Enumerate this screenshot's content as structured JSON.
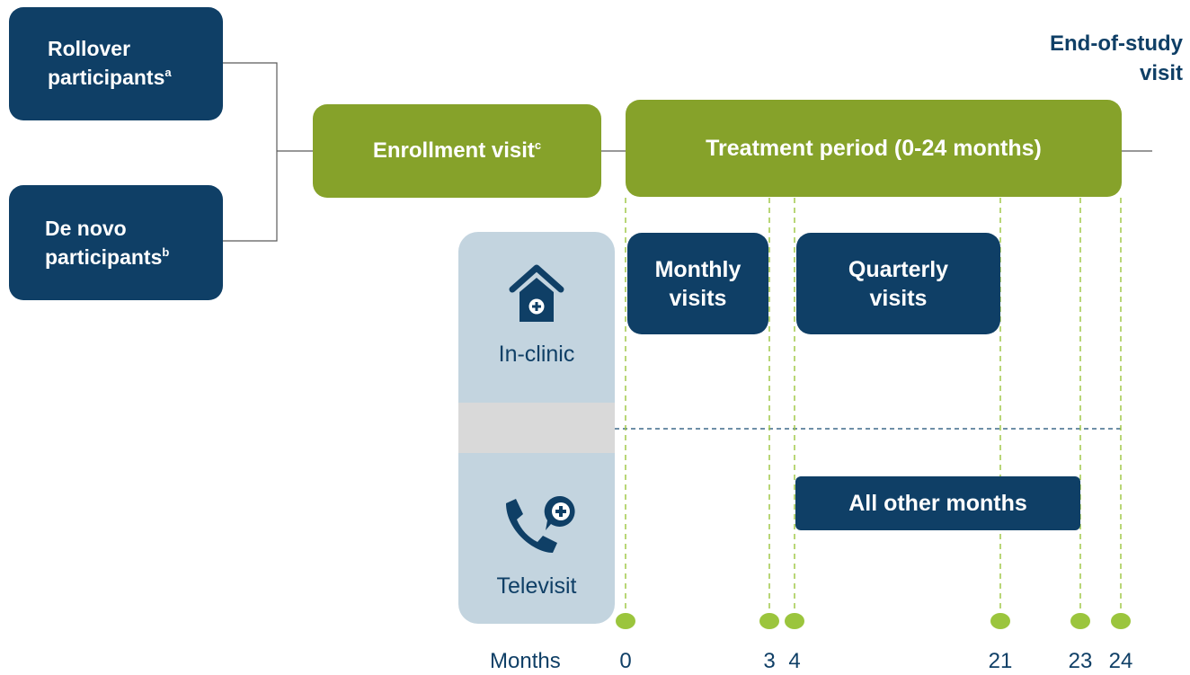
{
  "participants": {
    "rollover": {
      "label": "Rollover participants",
      "footnote": "a"
    },
    "de_novo": {
      "label": "De novo participants",
      "footnote": "b"
    }
  },
  "enrollment": {
    "label": "Enrollment visit",
    "footnote": "c"
  },
  "treatment": {
    "label": "Treatment period (0-24 months)"
  },
  "end_of_study": {
    "line1": "End-of-study",
    "line2": "visit"
  },
  "modes": {
    "in_clinic": {
      "label": "In-clinic",
      "icon": "clinic-house-icon"
    },
    "televisit": {
      "label": "Televisit",
      "icon": "phone-medical-icon"
    }
  },
  "visit_blocks": {
    "monthly": {
      "line1": "Monthly",
      "line2": "visits"
    },
    "quarterly": {
      "line1": "Quarterly",
      "line2": "visits"
    },
    "all_other": {
      "label": "All other months"
    }
  },
  "timeline": {
    "axis_label": "Months",
    "months": [
      "0",
      "3",
      "4",
      "21",
      "23",
      "24"
    ]
  },
  "colors": {
    "navy": "#0f3f66",
    "green": "#86a22a",
    "panel": "#c3d4df",
    "marker": "#9bc53d"
  }
}
